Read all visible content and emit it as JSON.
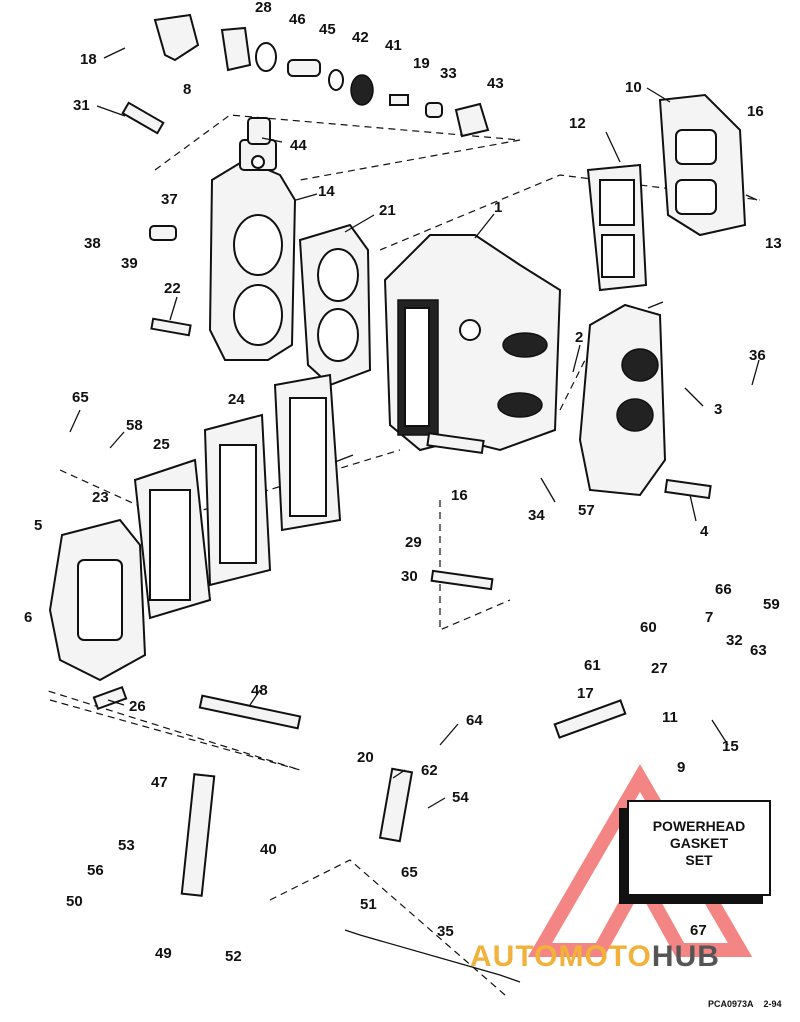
{
  "diagram": {
    "callouts": [
      "28",
      "46",
      "45",
      "42",
      "41",
      "19",
      "33",
      "43",
      "18",
      "8",
      "31",
      "44",
      "14",
      "10",
      "12",
      "16",
      "13",
      "37",
      "38",
      "39",
      "21",
      "1",
      "22",
      "2",
      "36",
      "3",
      "65",
      "58",
      "24",
      "25",
      "23",
      "5",
      "6",
      "26",
      "16",
      "29",
      "30",
      "34",
      "57",
      "4",
      "66",
      "59",
      "60",
      "7",
      "32",
      "63",
      "61",
      "27",
      "17",
      "11",
      "15",
      "9",
      "48",
      "64",
      "47",
      "20",
      "62",
      "54",
      "53",
      "40",
      "56",
      "65",
      "50",
      "51",
      "49",
      "52",
      "35",
      "67"
    ],
    "kit_label": [
      "POWERHEAD",
      "GASKET",
      "SET"
    ],
    "figure_ref": "PCA0973A",
    "figure_date": "2-94"
  },
  "watermark": {
    "part1": "AUTOMOTO",
    "part2": "HUB"
  },
  "colors": {
    "ink": "#111111",
    "watermark_red": "#e9201f",
    "watermark_amber": "#f2b13b"
  }
}
